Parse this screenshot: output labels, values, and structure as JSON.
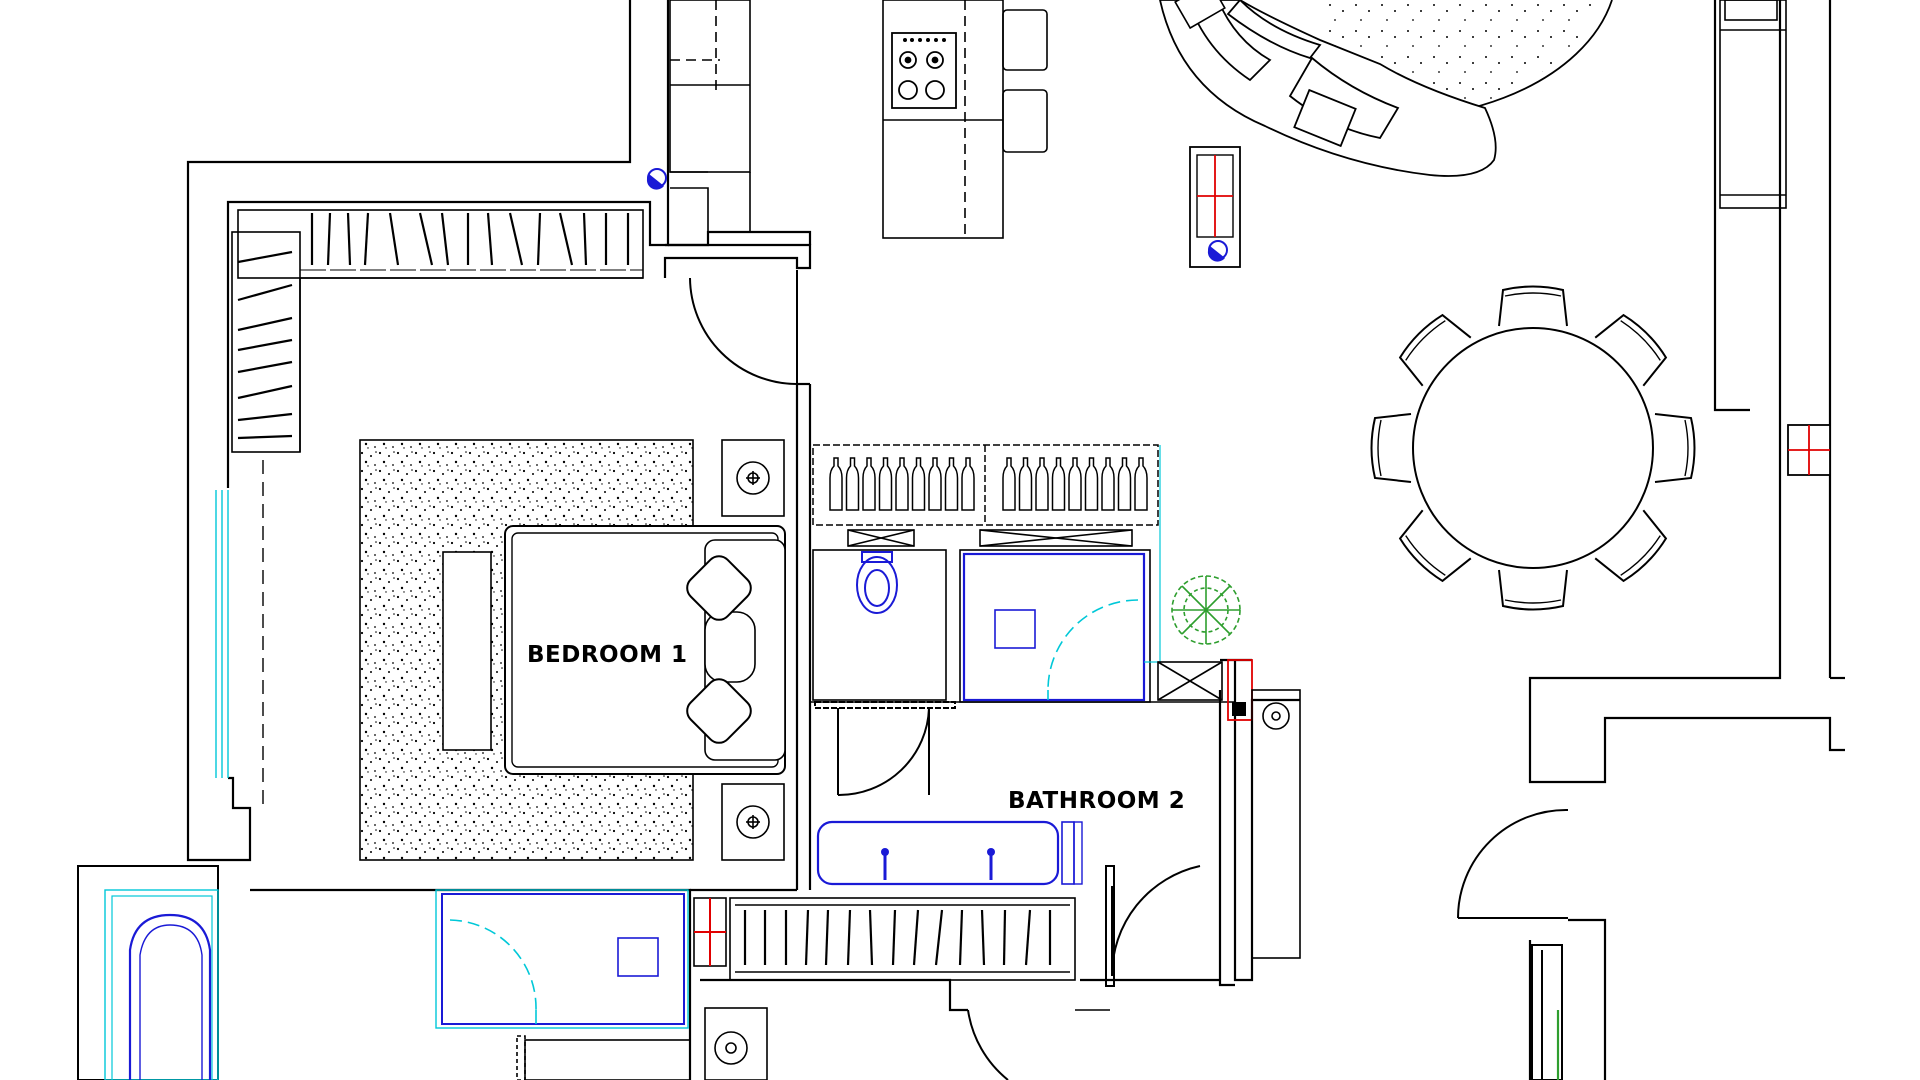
{
  "plan": {
    "rooms": [
      {
        "id": "bedroom-1",
        "label": "BEDROOM  1"
      },
      {
        "id": "bathroom-2",
        "label": "BATHROOM  2"
      }
    ]
  },
  "colors": {
    "wall": "#000000",
    "sanitary": "#1a1ad6",
    "glazing": "#00c8d8",
    "vent": "#e00000",
    "plant": "#2e9e2e",
    "floor_finish_dots": "#000000",
    "background": "#ffffff"
  },
  "icons": {
    "socket": "socket-circle-plus-icon",
    "fire_sensor": "blue-half-circle-icon",
    "plant": "potted-plant-icon",
    "vent_riser": "vent-cross-icon",
    "hob": "cooktop-icon"
  }
}
